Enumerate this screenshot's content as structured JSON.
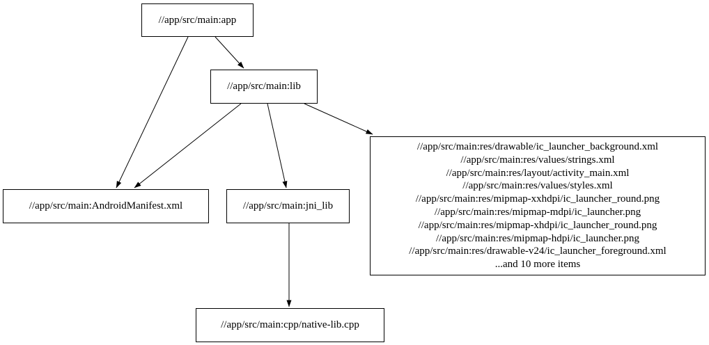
{
  "diagram": {
    "type": "dependency-graph",
    "colors": {
      "background": "#ffffff",
      "node_border": "#000000",
      "node_fill": "#ffffff",
      "edge": "#000000",
      "text": "#000000"
    },
    "nodes": {
      "app": {
        "label": "//app/src/main:app"
      },
      "lib": {
        "label": "//app/src/main:lib"
      },
      "android_manifest": {
        "label": "//app/src/main:AndroidManifest.xml"
      },
      "jni_lib": {
        "label": "//app/src/main:jni_lib"
      },
      "resources": {
        "lines": [
          "//app/src/main:res/drawable/ic_launcher_background.xml",
          "//app/src/main:res/values/strings.xml",
          "//app/src/main:res/layout/activity_main.xml",
          "//app/src/main:res/values/styles.xml",
          "//app/src/main:res/mipmap-xxhdpi/ic_launcher_round.png",
          "//app/src/main:res/mipmap-mdpi/ic_launcher.png",
          "//app/src/main:res/mipmap-xhdpi/ic_launcher_round.png",
          "//app/src/main:res/mipmap-hdpi/ic_launcher.png",
          "//app/src/main:res/drawable-v24/ic_launcher_foreground.xml",
          "...and 10 more items"
        ]
      },
      "native_lib_cpp": {
        "label": "//app/src/main:cpp/native-lib.cpp"
      }
    },
    "edges": [
      {
        "from": "app",
        "to": "lib"
      },
      {
        "from": "app",
        "to": "android_manifest"
      },
      {
        "from": "lib",
        "to": "android_manifest"
      },
      {
        "from": "lib",
        "to": "jni_lib"
      },
      {
        "from": "lib",
        "to": "resources"
      },
      {
        "from": "jni_lib",
        "to": "native_lib_cpp"
      }
    ]
  }
}
